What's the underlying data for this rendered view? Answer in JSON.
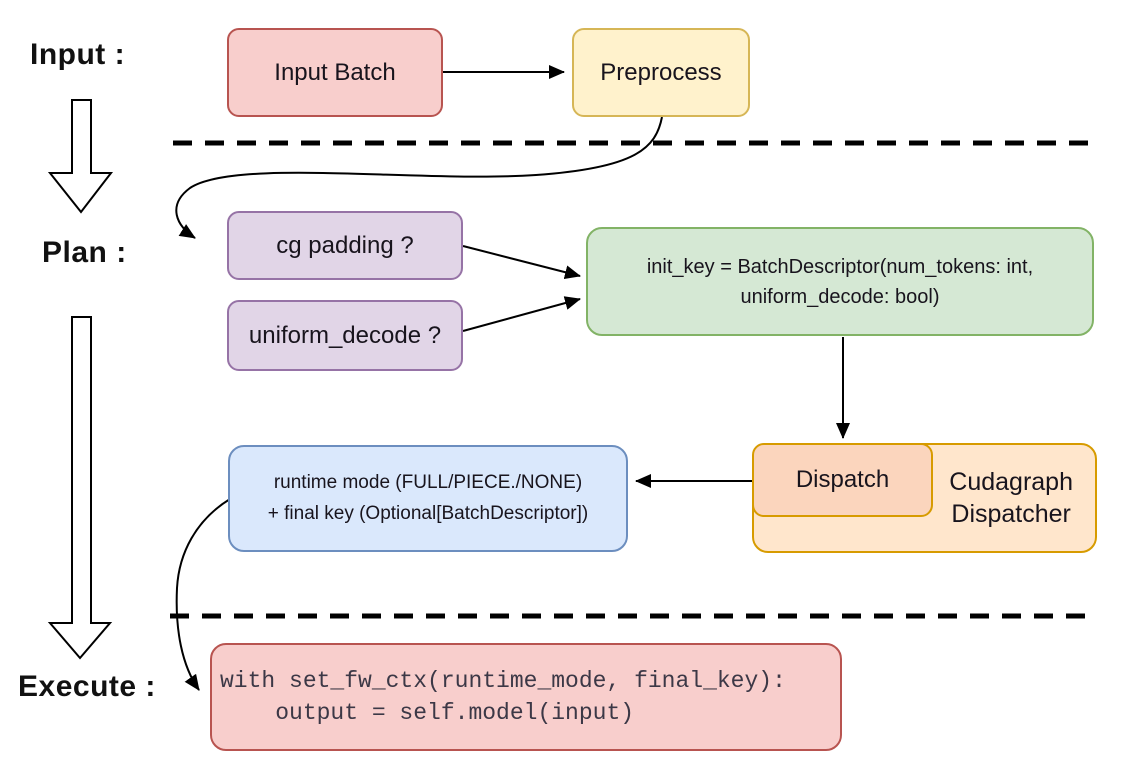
{
  "palette": {
    "pink_fill": "#f8cecc",
    "pink_stroke": "#b85450",
    "yellow_fill": "#fff2cc",
    "yellow_stroke": "#d6b656",
    "purple_fill": "#e1d5e7",
    "purple_stroke": "#9673a6",
    "green_fill": "#d5e8d4",
    "green_stroke": "#82b366",
    "orange_fill": "#ffe6cc",
    "orange_stroke": "#d79b00",
    "salmon_fill": "#fbd5bd",
    "blue_fill": "#dae8fc",
    "blue_stroke": "#6c8ebf",
    "connector_color": "#000000"
  },
  "stages": {
    "input_label": "Input :",
    "plan_label": "Plan :",
    "execute_label": "Execute :"
  },
  "nodes": {
    "input_batch": "Input Batch",
    "preprocess": "Preprocess",
    "cg_padding": "cg padding ?",
    "uniform_decode": "uniform_decode ?",
    "init_key": "init_key = BatchDescriptor(num_tokens: int,\nuniform_decode: bool)",
    "dispatch": "Dispatch",
    "cudagraph_dispatcher": "Cudagraph\nDispatcher",
    "runtime_mode": "runtime mode (FULL/PIECE./NONE)\n+ final key (Optional[BatchDescriptor])",
    "execute_code": "with set_fw_ctx(runtime_mode, final_key):\n    output = self.model(input)"
  }
}
